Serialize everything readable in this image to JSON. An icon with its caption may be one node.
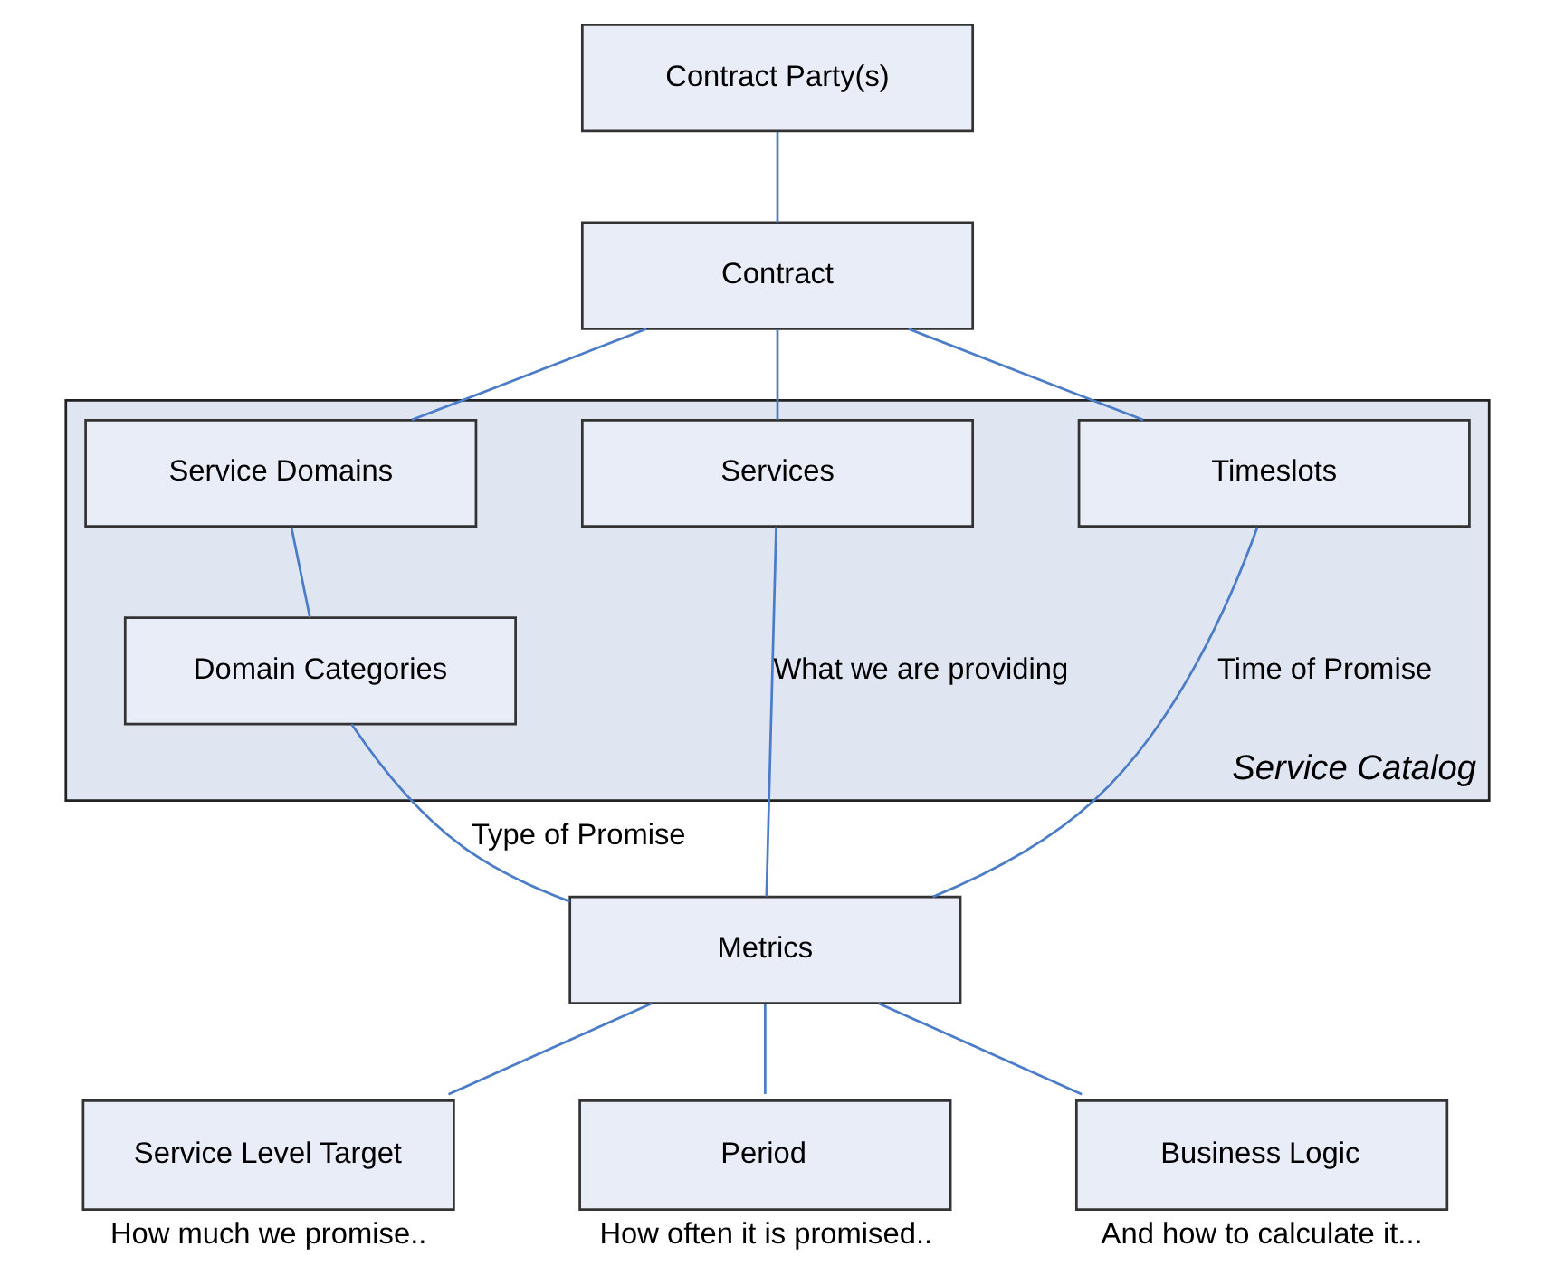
{
  "diagram": {
    "nodes": [
      {
        "text": [
          "Contract Party(s)"
        ]
      },
      {
        "text": [
          "Contract"
        ]
      },
      {
        "text": [
          "Service Catalog"
        ]
      },
      {
        "text": [
          "Services"
        ],
        "in": 2
      },
      {
        "text": [
          "Service Domains"
        ],
        "in": 2
      },
      {
        "text": [
          "Timeslots"
        ],
        "in": 2
      },
      {
        "text": [
          "Domain Categories"
        ],
        "in": 2
      },
      {
        "text": [
          "Metrics"
        ]
      },
      {
        "text": [
          "Service Level Target"
        ],
        "beside": [
          "How much we promise.."
        ]
      },
      {
        "text": [
          "Period"
        ],
        "beside": [
          "How often it is promised.."
        ]
      },
      {
        "text": [
          "Business Logic"
        ],
        "beside": [
          "And how to calculate it..."
        ]
      }
    ],
    "edges": [
      {
        "from": 0,
        "to": 1,
        "arrow": "none"
      },
      {
        "from": 1,
        "to": 3,
        "arrow": "none"
      },
      {
        "from": 1,
        "to": 4,
        "arrow": "none"
      },
      {
        "from": 1,
        "to": 5,
        "arrow": "none"
      },
      {
        "from": 4,
        "to": 6,
        "arrow": "none"
      },
      {
        "from": 3,
        "to": 7,
        "arrow": "none",
        "label": "What we are providing"
      },
      {
        "from": 6,
        "to": 7,
        "arrow": "none",
        "label": "Type of Promise"
      },
      {
        "from": 5,
        "to": 7,
        "arrow": "none",
        "label": "Time of Promise"
      },
      {
        "from": 7,
        "to": 8,
        "arrow": "none"
      },
      {
        "from": 7,
        "to": 9,
        "arrow": "none"
      },
      {
        "from": 7,
        "to": 10,
        "arrow": "none"
      }
    ]
  }
}
